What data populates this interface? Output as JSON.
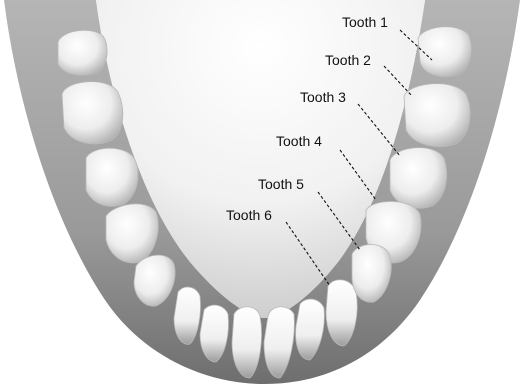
{
  "figure": {
    "labels": [
      {
        "id": "tooth-1",
        "text": "Tooth 1"
      },
      {
        "id": "tooth-2",
        "text": "Tooth 2"
      },
      {
        "id": "tooth-3",
        "text": "Tooth 3"
      },
      {
        "id": "tooth-4",
        "text": "Tooth 4"
      },
      {
        "id": "tooth-5",
        "text": "Tooth 5"
      },
      {
        "id": "tooth-6",
        "text": "Tooth 6"
      }
    ],
    "colors": {
      "background": "#ffffff",
      "gum_outer": "#7a7a7a",
      "gum_inner": "#dcdcdc",
      "tooth_light": "#fbfbfb",
      "tooth_shadow": "#9a9a9a",
      "label_text": "#111111"
    }
  }
}
